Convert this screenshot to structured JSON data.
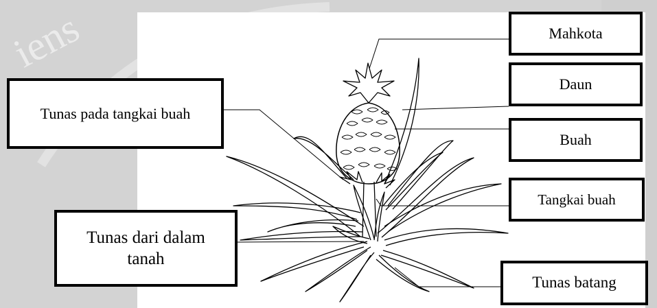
{
  "labels": {
    "mahkota": "Mahkota",
    "daun": "Daun",
    "buah": "Buah",
    "tangkai_buah": "Tangkai buah",
    "tunas_batang": "Tunas batang",
    "tunas_tangkai": "Tunas pada tangkai buah",
    "tunas_tanah": "Tunas dari dalam tanah"
  },
  "watermark": "iens",
  "colors": {
    "background": "#d3d3d3",
    "panel": "#ffffff",
    "line": "#000000",
    "box_border": "#000000"
  }
}
